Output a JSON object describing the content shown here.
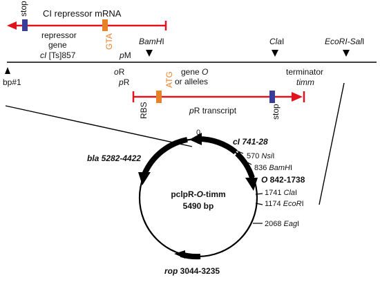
{
  "top_map": {
    "ci_mrna": {
      "title": "CI repressor mRNA",
      "stop": "stop",
      "start_codon": "GTA"
    },
    "repressor_gene": {
      "line1": "repressor",
      "line2": "gene",
      "line3_italic": "cI",
      "line3_rest": " [Ts]857"
    },
    "promoters": {
      "pM": "pM",
      "oR": "oR",
      "pR": "pR"
    },
    "sites": {
      "bamhi_italic": "BamH",
      "bamhi_rest": "I",
      "clai_italic": "Cla",
      "clai_rest": "I",
      "ecori_sali_italic": "EcoRI-Sal",
      "ecori_sali_rest": "I"
    },
    "bp1_label": "bp#1",
    "gene_o": {
      "line1_plain": "gene ",
      "line1_italic": "O",
      "line2": "or alleles"
    },
    "terminator": {
      "line1": "terminator",
      "line2": "timm"
    },
    "pr_transcript": {
      "rbs": "RBS",
      "atg": "ATG",
      "label_italic": "p",
      "label_rest": "R transcript",
      "stop": "stop"
    }
  },
  "plasmid": {
    "name": "pclpR-",
    "name_italic": "O",
    "name_rest": "-timm",
    "size": "5490 bp",
    "zero": "0",
    "features": {
      "ci": "cI 741-28",
      "o_italic": "O",
      "o_rest": " 842-1738",
      "bla": "bla 5282-4422",
      "rop_italic": "rop",
      "rop_rest": " 3044-3235"
    },
    "sites": {
      "nsi_num": "570 ",
      "nsi_italic": "Nsi",
      "nsi_rest": "I",
      "bam_num": "836 ",
      "bam_italic": "BamH",
      "bam_rest": "I",
      "cla_num": "1741 ",
      "cla_italic": "Cla",
      "cla_rest": "I",
      "eco_num": "1174 ",
      "eco_italic": "EcoR",
      "eco_rest": "I",
      "eag_num": "2068 ",
      "eag_italic": "Eag",
      "eag_rest": "I"
    }
  },
  "colors": {
    "arrow_red": "#e0141e",
    "stop_blue": "#3a3c9a",
    "orange": "#e8822a",
    "line_black": "#000000"
  }
}
